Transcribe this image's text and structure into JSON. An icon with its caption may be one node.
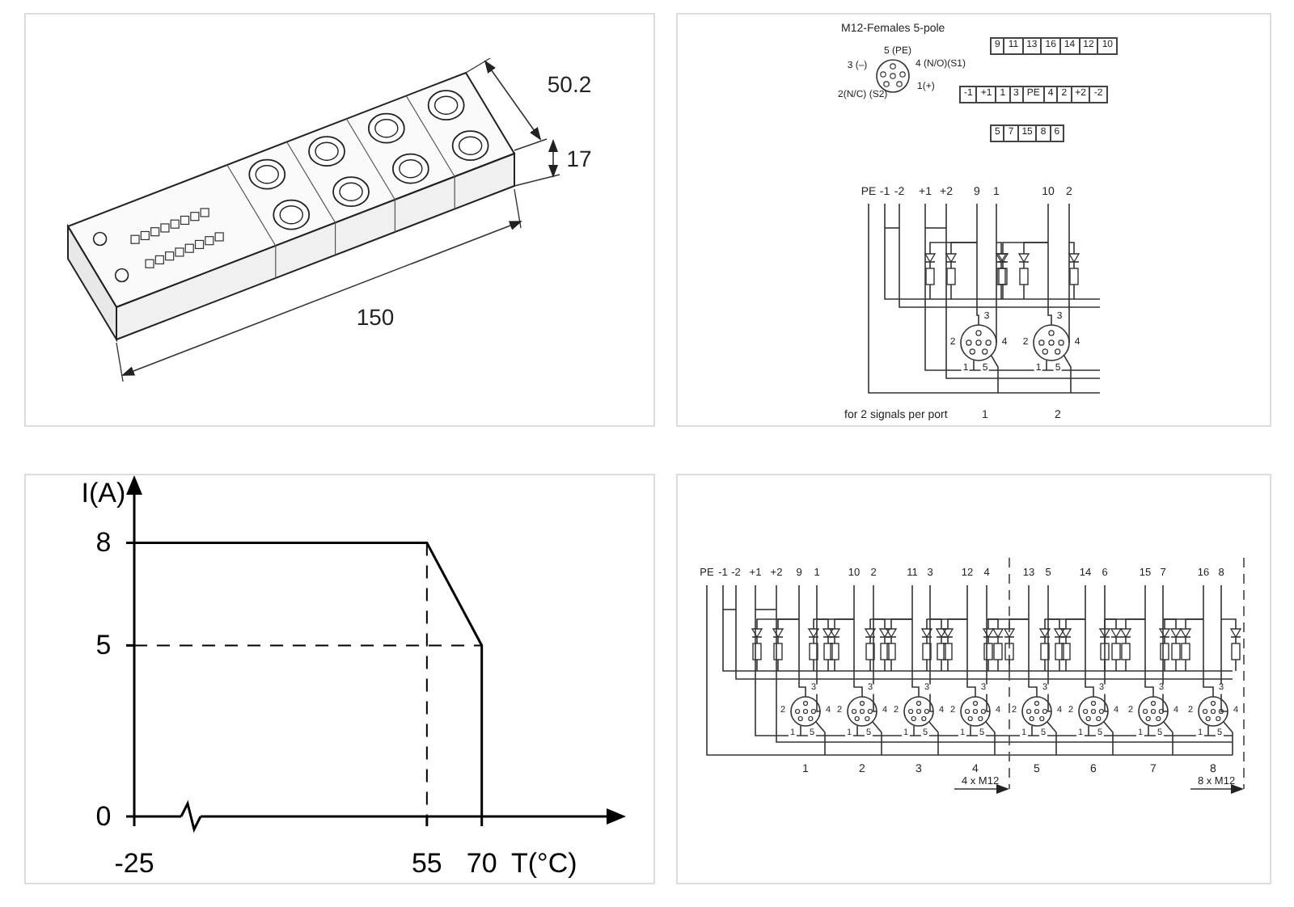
{
  "diagram": {
    "labels": [
      "50.2",
      "17",
      "150",
      "M12-Females  5-pole",
      "5 (PE)",
      "3 (–)",
      "4 (N/O)(S1)",
      "2(N/C) (S2)",
      "1(+)",
      "9",
      "11",
      "13",
      "16",
      "14",
      "12",
      "10",
      "-1",
      "+1",
      "1",
      "3",
      "PE",
      "4",
      "2",
      "+2",
      "-2",
      "5",
      "7",
      "15",
      "8",
      "6",
      "PE",
      "-1",
      "-2",
      "+1",
      "+2",
      "9",
      "1",
      "10",
      "2",
      "3",
      "2",
      "4",
      "1",
      "5",
      "3",
      "2",
      "4",
      "1",
      "5",
      "for 2 signals per port",
      "1",
      "2",
      "PE",
      "-1",
      "-2",
      "+1",
      "+2",
      "9",
      "1",
      "10",
      "2",
      "11",
      "3",
      "12",
      "4",
      "13",
      "5",
      "14",
      "6",
      "15",
      "7",
      "16",
      "8",
      "3",
      "2",
      "4",
      "1",
      "5",
      "3",
      "2",
      "4",
      "1",
      "5",
      "3",
      "2",
      "4",
      "1",
      "5",
      "3",
      "2",
      "4",
      "1",
      "5",
      "3",
      "2",
      "4",
      "1",
      "5",
      "3",
      "2",
      "4",
      "1",
      "5",
      "3",
      "2",
      "4",
      "1",
      "5",
      "3",
      "2",
      "4",
      "1",
      "5",
      "1",
      "2",
      "3",
      "4",
      "5",
      "6",
      "7",
      "8",
      "4 x M12",
      "8 x M12"
    ],
    "chart_data": {
      "type": "line",
      "xlabel": "T(°C)",
      "ylabel": "I(A)",
      "x": [
        -25,
        55,
        70,
        70
      ],
      "series": [
        {
          "color": "#000000",
          "values": [
            8,
            8,
            5,
            0
          ]
        }
      ],
      "xlim": [
        -25,
        105
      ],
      "ylim": [
        0,
        9.5
      ],
      "xticks": [
        -25,
        55,
        70
      ],
      "yticks": [
        0,
        5,
        8
      ]
    }
  }
}
